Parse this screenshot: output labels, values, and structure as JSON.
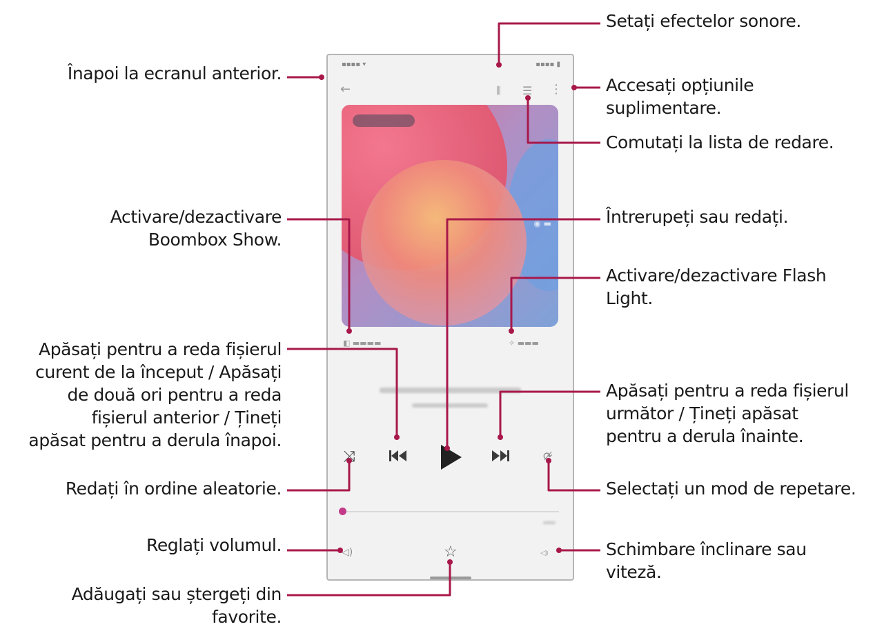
{
  "callouts": {
    "sound_effects": [
      "Setați efectelor sonore."
    ],
    "back": [
      "Înapoi la ecranul anterior."
    ],
    "more_options": [
      "Accesați opțiunile",
      "suplimentare."
    ],
    "playlist": [
      "Comutați la lista de redare."
    ],
    "boombox": [
      "Activare/dezactivare",
      "Boombox Show."
    ],
    "play_pause": [
      "Întrerupeți sau redați."
    ],
    "flash_light": [
      "Activare/dezactivare Flash",
      "Light."
    ],
    "previous": [
      "Apăsați pentru a reda fișierul",
      "curent de la început / Apăsați",
      "de două ori pentru a reda",
      "fișierul anterior / Țineți",
      "apăsat pentru a derula înapoi."
    ],
    "next": [
      "Apăsați pentru a reda fișierul",
      "următor / Țineți apăsat",
      "pentru a derula înainte."
    ],
    "shuffle": [
      "Redați în ordine aleatorie."
    ],
    "repeat": [
      "Selectați un mod de repetare."
    ],
    "volume": [
      "Reglați volumul."
    ],
    "tilt_speed": [
      "Schimbare înclinare sau",
      "viteză."
    ],
    "favorite": [
      "Adăugați sau ștergeți din",
      "favorite."
    ]
  },
  "phone": {
    "icons": {
      "back": "back-arrow-icon",
      "equalizer": "equalizer-icon",
      "playlist": "playlist-icon",
      "more": "more-vertical-icon",
      "shuffle": "shuffle-icon",
      "previous": "skip-previous-icon",
      "play": "play-icon",
      "next": "skip-next-icon",
      "repeat": "repeat-off-icon",
      "volume": "volume-icon",
      "favorite": "star-outline-icon",
      "speed": "speed-icon",
      "boombox": "boombox-icon",
      "flash": "flash-icon"
    }
  },
  "colors": {
    "leader": "#a8184a",
    "accent": "#c43a8a"
  }
}
